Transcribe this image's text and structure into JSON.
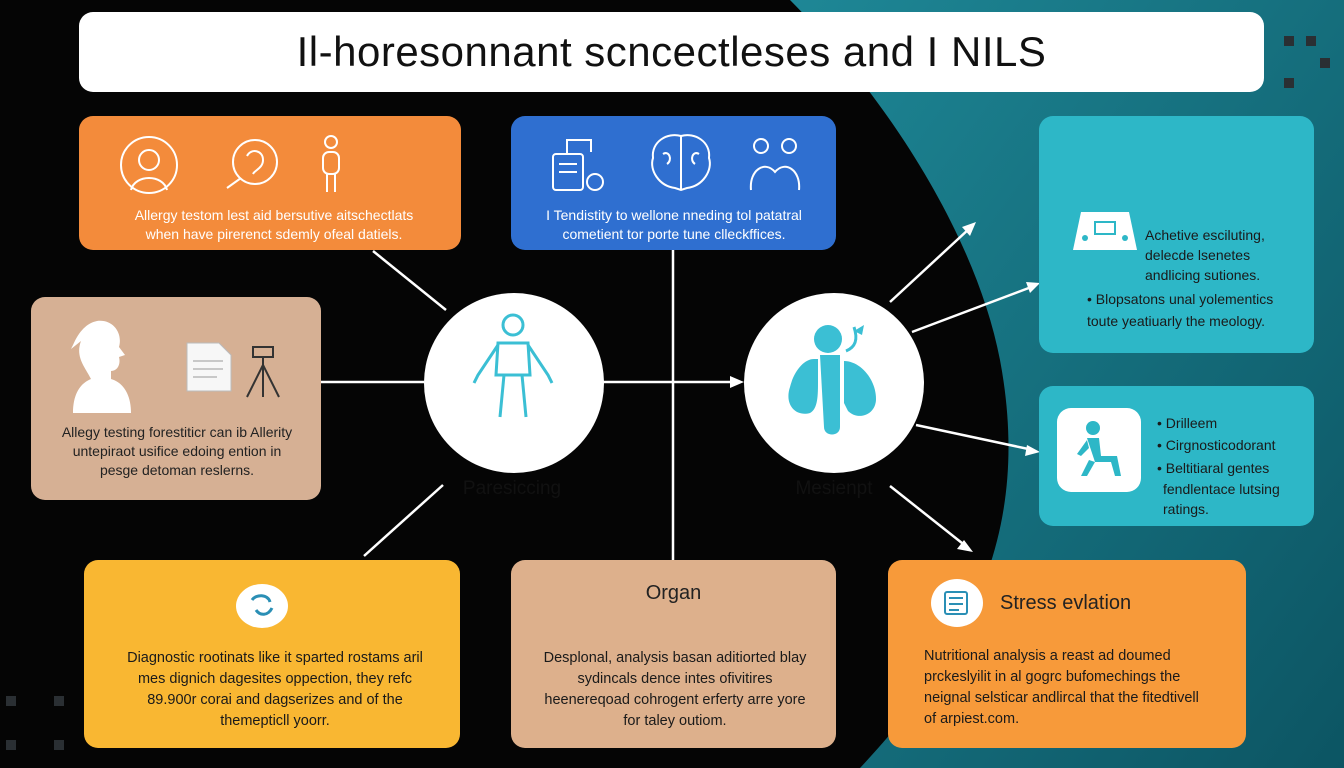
{
  "title": "Il-horesonnant scncectleses and I NILS",
  "cards": {
    "orange": {
      "text": "Allergy testom lest aid bersutive aitschectlats when have pirerenct sdemly ofeal datiels."
    },
    "blue": {
      "text": "I Tendistity to wellone nneding tol patatral cometient tor porte tune clleckffices."
    },
    "tan": {
      "text": "Allegy testing forestiticr can ib Allerity untepiraot usifice edoing ention in pesge detoman reslerns."
    },
    "yellow": {
      "text": "Diagnostic rootinats like it sparted rostams aril mes dignich dagesites oppection, they refc 89.900r corai and dagserizes and of the themepticll yoorr."
    },
    "sand": {
      "title": "Organ",
      "text": "Desplonal, analysis basan aditiorted blay sydincals dence intes ofivitires heenereqoad cohrogent erferty arre yore for taley outiom."
    },
    "teal1": {
      "line1": "Achetive esciluting,",
      "line2": "delecde lsenetes",
      "line3": "andlicing sutiones.",
      "line4": "• Blopsatons unal yolementics",
      "line5": "toute yeatiuarly the meology."
    },
    "teal2": {
      "b1": "• Drilleem",
      "b2": "• Cirgnosticodorant",
      "b3": "• Beltitiaral gentes",
      "b4": "fendlentace lutsing",
      "b5": "ratings."
    },
    "orange2": {
      "title": "Stress evlation",
      "text": "Nutritional analysis a reast ad doumed prckeslyilit in al gogrc bufomechings the neignal selsticar andlircal that the fitedtivell of arpiest.com."
    }
  },
  "nodes": {
    "left": {
      "label": "Paresiccing"
    },
    "right": {
      "label": "Mesienpt"
    }
  },
  "colors": {
    "orange": "#f38b3b",
    "blue": "#2f6fd0",
    "tan": "#d6b094",
    "yellow": "#f9b732",
    "sand": "#ddb08c",
    "teal": "#2db7c7",
    "orange2": "#f79a3a",
    "icon_teal": "#3bbfd4"
  },
  "icons": [
    "head-circle-icon",
    "hand-head-icon",
    "body-figure-icon",
    "machine-icon",
    "brain-icon",
    "hands-icon",
    "person-profile-icon",
    "document-icon",
    "tripod-icon",
    "swirl-icon",
    "tablet-screen-icon",
    "seated-person-icon",
    "notepad-icon",
    "human-figure-icon",
    "organ-shape-icon"
  ]
}
